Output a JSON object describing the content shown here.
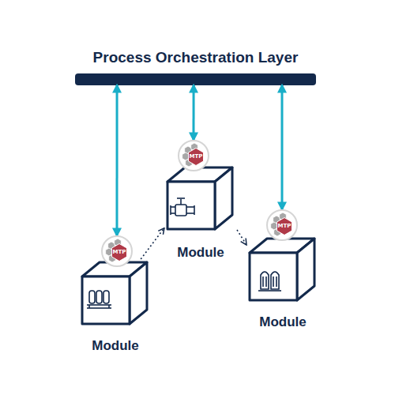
{
  "diagram": {
    "nodes": [
      {
        "text": [
          "Process Orchestration Layer"
        ]
      },
      {
        "text": [
          "MTP"
        ]
      },
      {
        "text": [
          "Module"
        ]
      },
      {
        "text": [
          "MTP"
        ]
      },
      {
        "text": [
          "Module"
        ]
      },
      {
        "text": [
          "MTP"
        ]
      },
      {
        "text": [
          "Module"
        ]
      }
    ],
    "edges": [
      {
        "from": 0,
        "to": 1,
        "arrow": "both"
      },
      {
        "from": 0,
        "to": 3,
        "arrow": "both"
      },
      {
        "from": 0,
        "to": 5,
        "arrow": "both"
      },
      {
        "from": 2,
        "to": 4,
        "arrow": "to"
      },
      {
        "from": 4,
        "to": 6,
        "arrow": "to"
      }
    ]
  }
}
